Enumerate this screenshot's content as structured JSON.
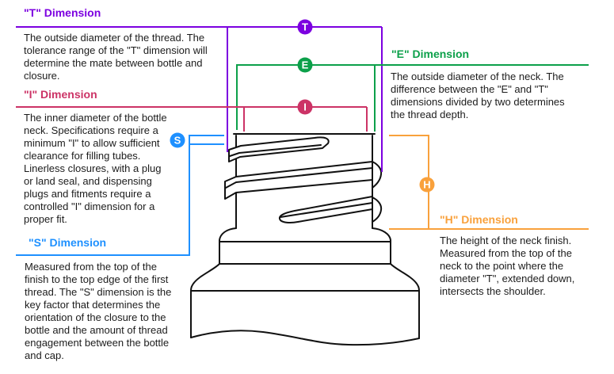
{
  "drawing": {
    "outline_color": "#111111"
  },
  "sections": {
    "t": {
      "letter": "T",
      "color": "#7C00E0",
      "heading": "\"T\" Dimension",
      "body": "The outside diameter of the thread. The\ntolerance range of the \"T\" dimension will\ndetermine the mate between bottle and\nclosure."
    },
    "e": {
      "letter": "E",
      "color": "#0CA04A",
      "heading": "\"E\" Dimension",
      "body": "The outside diameter of the neck. The\ndifference between the \"E\" and \"T\"\ndimensions divided by two determines\nthe thread depth."
    },
    "i": {
      "letter": "I",
      "color": "#CC3366",
      "heading": "\"I\" Dimension",
      "body": "The inner diameter of the bottle\nneck. Specifications require a\nminimum \"I\" to allow sufficient\nclearance for filling tubes.\nLinerless closures, with a plug\nor land seal, and dispensing\nplugs and fitments require a\ncontrolled \"I\" dimension for a\nproper fit."
    },
    "s": {
      "letter": "S",
      "color": "#1E90FF",
      "heading": "\"S\" Dimension",
      "body": "Measured from the top of the\nfinish to the top edge of the first\nthread. The \"S\" dimension is the\nkey factor that determines the\norientation of the closure to the\nbottle and the amount of thread\nengagement between the bottle\nand cap."
    },
    "h": {
      "letter": "H",
      "color": "#F9A13C",
      "heading": "\"H\" Dimension",
      "body": "The height of the neck finish.\nMeasured from the top of the\nneck to the point where the\ndiameter \"T\", extended down,\nintersects the shoulder."
    }
  }
}
